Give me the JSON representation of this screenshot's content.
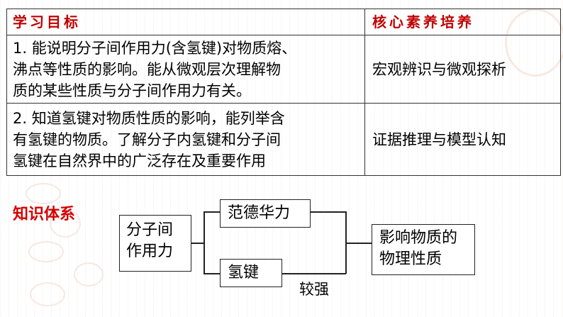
{
  "goals_table": {
    "header": [
      "学习目标",
      "核心素养培养"
    ],
    "rows": [
      {
        "goal_lines": [
          "1. 能说明分子间作用力(含氢键)对物质熔、",
          "沸点等性质的影响。能从微观层次理解物",
          "质的某些性质与分子间作用力有关。"
        ],
        "literacy": "宏观辨识与微观探析"
      },
      {
        "goal_lines": [
          "2. 知道氢键对物质性质的影响，能列举含",
          "有氢键的物质。了解分子内氢键和分子间",
          "氢键在自然界中的广泛存在及重要作用"
        ],
        "literacy": "证据推理与模型认知"
      }
    ]
  },
  "knowledge_system": {
    "title": "知识体系",
    "root_lines": [
      "分子间",
      "作用力"
    ],
    "branch_top": "范德华力",
    "branch_bottom": "氢键",
    "result_lines": [
      "影响物质的",
      "物理性质"
    ],
    "note": "较强"
  },
  "colors": {
    "header_red": "#c00000",
    "title_red": "#d40000",
    "watermark": "#e9c9b8"
  }
}
